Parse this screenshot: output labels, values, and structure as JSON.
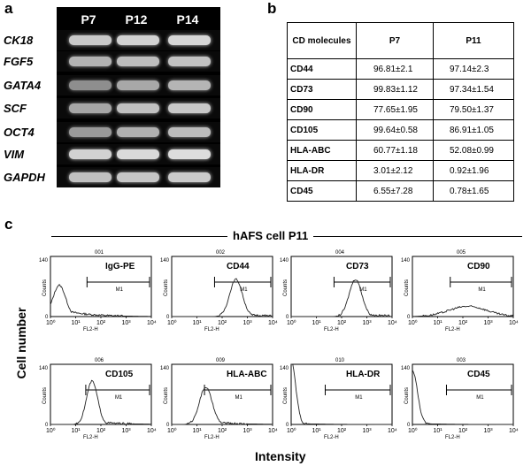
{
  "panel_a": {
    "letter": "a",
    "lanes": [
      "P7",
      "P12",
      "P14"
    ],
    "genes": [
      "CK18",
      "FGF5",
      "GATA4",
      "SCF",
      "OCT4",
      "VIM",
      "GAPDH"
    ]
  },
  "panel_b": {
    "letter": "b",
    "header": [
      "CD molecules",
      "P7",
      "P11"
    ],
    "rows": [
      [
        "CD44",
        "96.81±2.1",
        "97.14±2.3"
      ],
      [
        "CD73",
        "99.83±1.12",
        "97.34±1.54"
      ],
      [
        "CD90",
        "77.65±1.95",
        "79.50±1.37"
      ],
      [
        "CD105",
        "99.64±0.58",
        "86.91±1.05"
      ],
      [
        "HLA-ABC",
        "60.77±1.18",
        "52.08±0.99"
      ],
      [
        "HLA-DR",
        "3.01±2.12",
        "0.92±1.96"
      ],
      [
        "CD45",
        "6.55±7.28",
        "0.78±1.65"
      ]
    ]
  },
  "panel_c": {
    "letter": "c",
    "title": "hAFS cell P11",
    "ylabel": "Cell number",
    "xlabel": "Intensity",
    "axis_ylabel": "Counts",
    "axis_xlabel": "FL2-H",
    "gate_label": "M1",
    "ytick_top": "140",
    "ytick_zero": "0",
    "xticks": [
      "10⁰",
      "10¹",
      "10²",
      "10³",
      "10⁴"
    ],
    "histograms": [
      {
        "id": "001",
        "label": "IgG-PE"
      },
      {
        "id": "002",
        "label": "CD44"
      },
      {
        "id": "004",
        "label": "CD73"
      },
      {
        "id": "005",
        "label": "CD90"
      },
      {
        "id": "006",
        "label": "CD105"
      },
      {
        "id": "009",
        "label": "HLA-ABC"
      },
      {
        "id": "010",
        "label": "HLA-DR"
      },
      {
        "id": "003",
        "label": "CD45"
      }
    ]
  }
}
